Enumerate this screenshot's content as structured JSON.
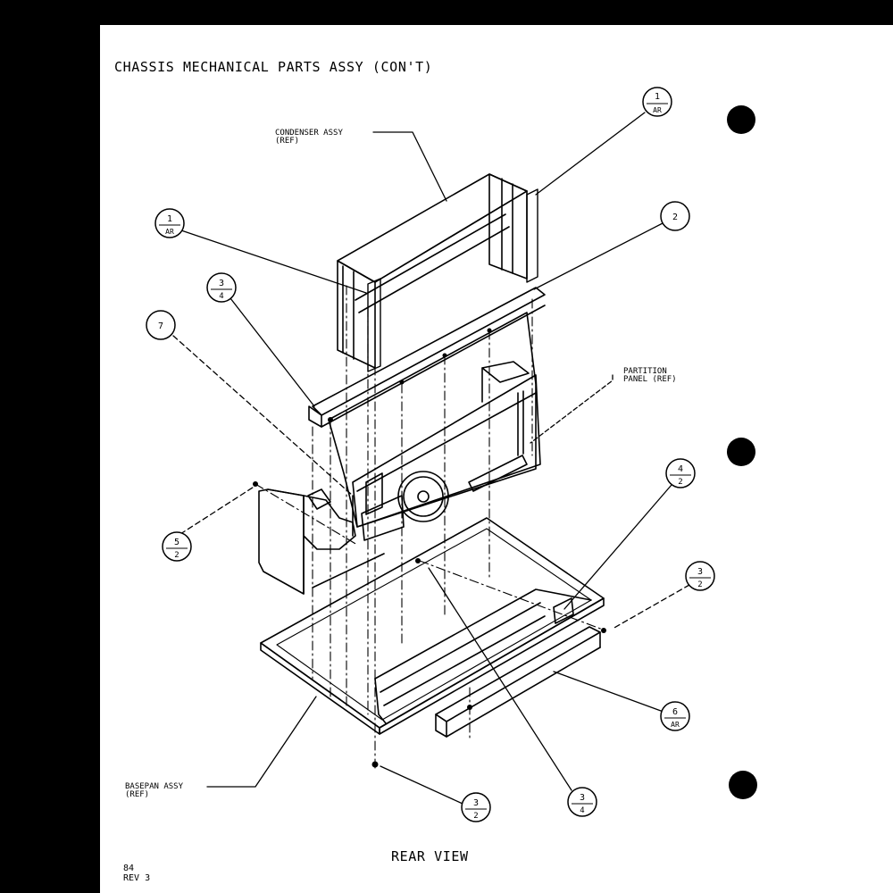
{
  "title": "CHASSIS MECHANICAL PARTS ASSY (CON'T)",
  "footer_label": "REAR VIEW",
  "page_number": "84",
  "revision": "REV 3",
  "labels": {
    "condenser": [
      "CONDENSER ASSY",
      "(REF)"
    ],
    "partition": [
      "PARTITION",
      "PANEL (REF)"
    ],
    "basepan": [
      "BASEPAN ASSY",
      "(REF)"
    ]
  },
  "callouts": [
    {
      "top": "1",
      "bottom": "AR"
    },
    {
      "top": "2",
      "bottom": ""
    },
    {
      "top": "1",
      "bottom": "AR"
    },
    {
      "top": "3",
      "bottom": "4"
    },
    {
      "top": "7",
      "bottom": ""
    },
    {
      "top": "4",
      "bottom": "2"
    },
    {
      "top": "5",
      "bottom": "2"
    },
    {
      "top": "3",
      "bottom": "2"
    },
    {
      "top": "6",
      "bottom": "AR"
    },
    {
      "top": "3",
      "bottom": "2"
    },
    {
      "top": "3",
      "bottom": "4"
    }
  ],
  "colors": {
    "ink": "#000000",
    "paper": "#ffffff",
    "scan_border": "#000000"
  }
}
